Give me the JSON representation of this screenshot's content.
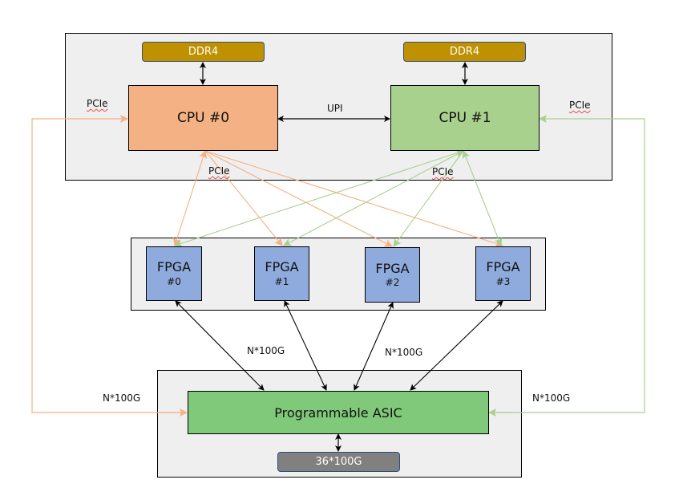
{
  "colors": {
    "container_bg": "#efefef",
    "ddr4_fill": "#bf9000",
    "cpu0_fill": "#f4b183",
    "cpu1_fill": "#a9d18e",
    "fpga_fill": "#8faadc",
    "asic_fill": "#81c97a",
    "port_fill": "#808080",
    "pcie_cpu0_line": "#f4b183",
    "pcie_cpu1_line": "#a9d18e",
    "link_line": "#000000"
  },
  "host": {
    "ddr4_left": "DDR4",
    "ddr4_right": "DDR4",
    "cpu0": "CPU #0",
    "cpu1": "CPU #1",
    "interconnect_label": "UPI",
    "pcie_left_label": "PCIe",
    "pcie_right_label": "PCIe",
    "pcie_bottom_left_label": "PCIe",
    "pcie_bottom_right_label": "PCIe"
  },
  "fpgas": [
    {
      "title": "FPGA",
      "id": "#0"
    },
    {
      "title": "FPGA",
      "id": "#1"
    },
    {
      "title": "FPGA",
      "id": "#2"
    },
    {
      "title": "FPGA",
      "id": "#3"
    }
  ],
  "links": {
    "fpga_asic_label_left": "N*100G",
    "fpga_asic_label_right": "N*100G",
    "cpu0_asic_label": "N*100G",
    "cpu1_asic_label": "N*100G"
  },
  "switch": {
    "asic": "Programmable ASIC",
    "ports": "36*100G"
  }
}
